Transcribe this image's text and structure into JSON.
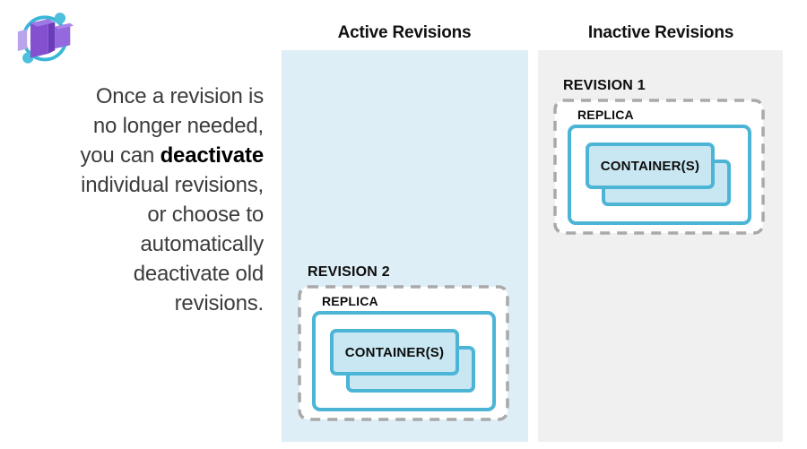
{
  "logo": {
    "name": "azure-container-apps-logo",
    "ring_color": "#39b7d8",
    "dot_color": "#4ec0de",
    "cube_front": "#8450cf",
    "cube_side": "#6b3cba",
    "cube_top": "#9d79e4",
    "cube_left": "#b9a3ea",
    "cube_right": "#9468de"
  },
  "intro": {
    "part1": "Once a revision is\nno longer needed,\nyou can ",
    "bold_word": "deactivate",
    "part2": "\nindividual revisions,\nor choose to\nautomatically\ndeactivate old\nrevisions."
  },
  "columns": {
    "active": {
      "title": "Active Revisions",
      "panel_color": "#deeef6",
      "revisions": [
        {
          "label": "REVISION 2",
          "replica_label": "REPLICA",
          "container_label": "CONTAINER(S)"
        }
      ]
    },
    "inactive": {
      "title": "Inactive Revisions",
      "panel_color": "#f0f0f1",
      "revisions": [
        {
          "label": "REVISION 1",
          "replica_label": "REPLICA",
          "container_label": "CONTAINER(S)"
        }
      ]
    }
  },
  "colors": {
    "box_border_blue": "#4cb5d6",
    "container_fill": "#c9e7f2",
    "dashed_border": "#a9a9a9",
    "intro_text": "#3c3c3c",
    "heading_text": "#111111"
  }
}
